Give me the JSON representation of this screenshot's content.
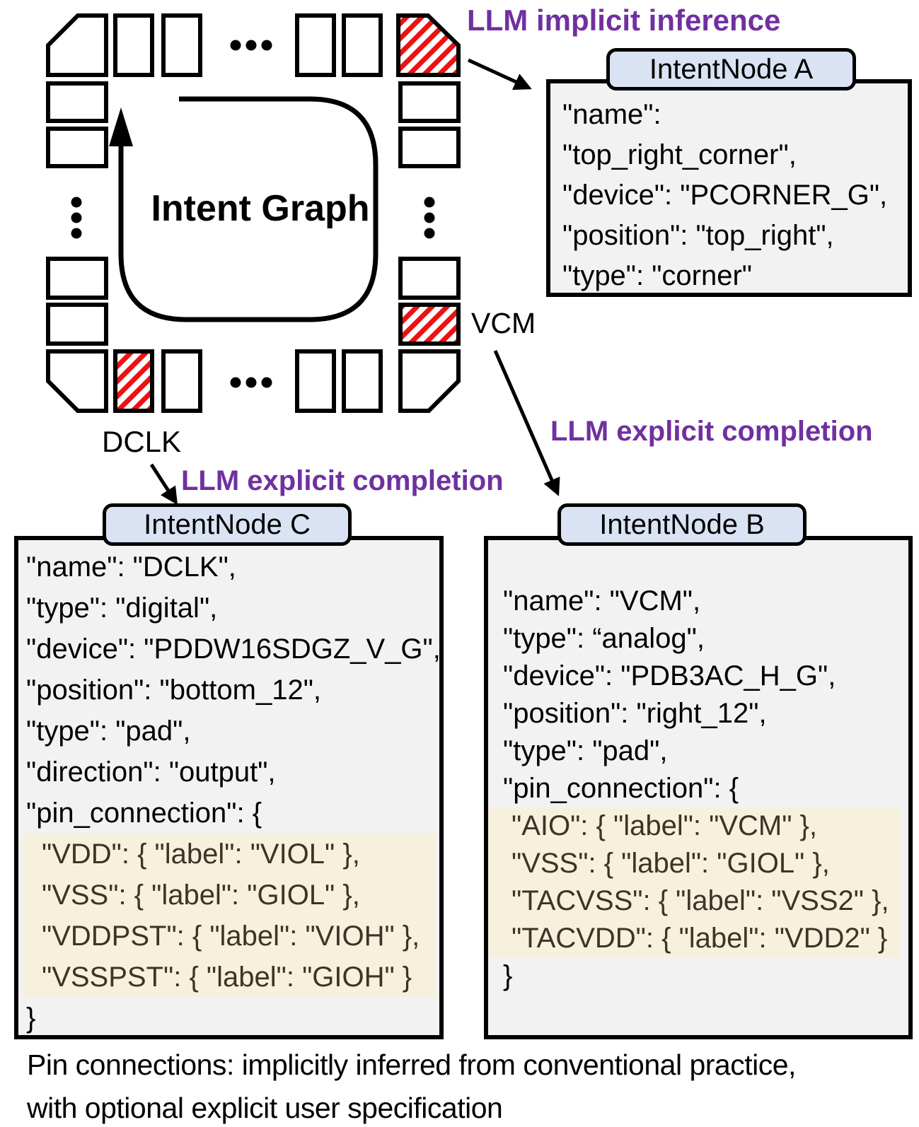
{
  "diagram": {
    "title": "Intent Graph",
    "labels": {
      "vcm": "VCM",
      "dclk": "DCLK"
    },
    "annotations": {
      "implicit_inference": "LLM implicit inference",
      "explicit_completion_left": "LLM explicit completion",
      "explicit_completion_right": "LLM explicit completion"
    },
    "colors": {
      "annotation_purple": "#7030A0",
      "hatch_red": "#EE1111",
      "tab_blue": "#DAE3F3",
      "panel_gray": "#F2F2F2",
      "highlight_cream": "#F7F0DD"
    }
  },
  "node_a": {
    "title": "IntentNode A",
    "lines": [
      "\"name\":",
      "\"top_right_corner\",",
      "\"device\": \"PCORNER_G\",",
      "\"position\": \"top_right\",",
      "\"type\": \"corner\""
    ]
  },
  "node_c": {
    "title": "IntentNode C",
    "lines": [
      "\"name\": \"DCLK\",",
      "\"type\": \"digital\",",
      "\"device\": \"PDDW16SDGZ_V_G\",",
      "\"position\": \"bottom_12\",",
      "\"type\": \"pad\",",
      "\"direction\": \"output\",",
      "\"pin_connection\": {"
    ],
    "pin_lines": [
      "\"VDD\": { \"label\": \"VIOL\" },",
      "\"VSS\": { \"label\": \"GIOL\" },",
      "\"VDDPST\": { \"label\": \"VIOH\" },",
      "\"VSSPST\": { \"label\": \"GIOH\" }"
    ],
    "closing_brace": "}"
  },
  "node_b": {
    "title": "IntentNode B",
    "lines": [
      "\"name\": \"VCM\",",
      "\"type\": “analog\",",
      "\"device\": \"PDB3AC_H_G\",",
      "\"position\": \"right_12\",",
      "\"type\": \"pad\",",
      "\"pin_connection\": {"
    ],
    "pin_lines": [
      "\"AIO\": { \"label\": \"VCM\" },",
      "\"VSS\": { \"label\": \"GIOL\" },",
      "\"TACVSS\": { \"label\": \"VSS2\" },",
      "\"TACVDD\": { \"label\": \"VDD2\" }"
    ],
    "closing_brace": "}"
  },
  "caption": {
    "line1": "Pin connections: implicitly inferred from conventional practice,",
    "line2": "with optional explicit user specification"
  }
}
